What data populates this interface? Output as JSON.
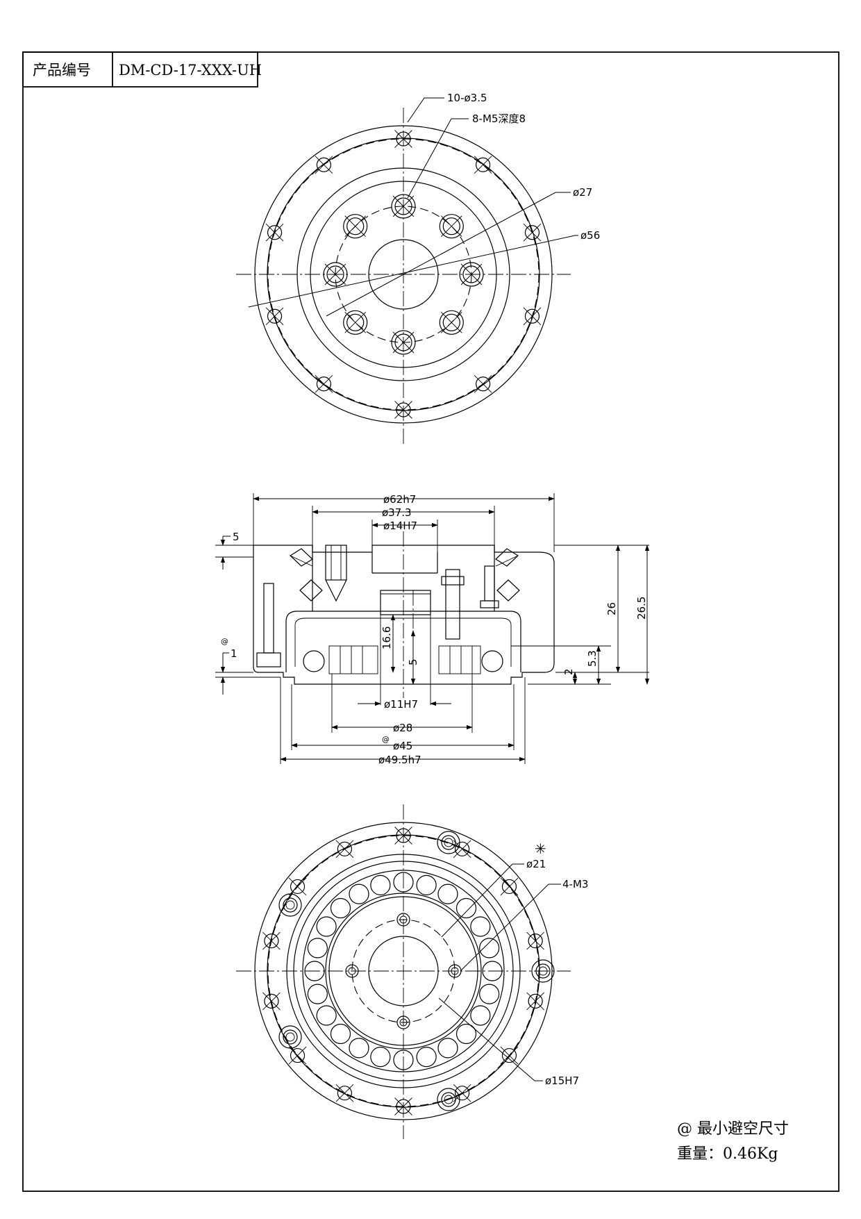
{
  "header": {
    "label": "产品编号",
    "value": "DM-CD-17-XXX-UH"
  },
  "top_view": {
    "callouts": [
      "10-ø3.5",
      "8-M5深度8",
      "ø27",
      "ø56"
    ]
  },
  "side_view": {
    "diameters_top": [
      "ø62h7",
      "ø37.3",
      "ø14H7"
    ],
    "diameters_bottom": [
      "ø11H7",
      "ø28",
      "ø45",
      "ø49.5h7"
    ],
    "heights": [
      "16.6",
      "5",
      "26",
      "26.5",
      "5.3",
      "2"
    ],
    "left_marks": [
      "5",
      "1"
    ],
    "min_clearance_mark": "@"
  },
  "bottom_view": {
    "star": "✳",
    "callouts": [
      "ø21",
      "4-M3",
      "ø15H7"
    ]
  },
  "notes": {
    "line1": "@ 最小避空尺寸",
    "line2": "重量：0.46Kg"
  }
}
